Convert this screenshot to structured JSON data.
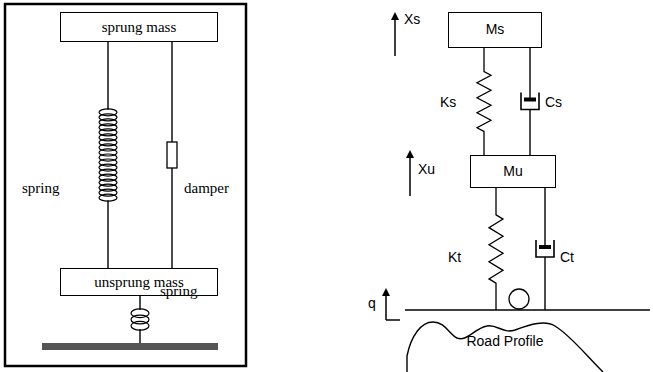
{
  "diagram": {
    "nodes": [
      {
        "text": [
          "sprung mass"
        ]
      },
      {
        "text": [
          "unsprung mass"
        ]
      },
      {
        "text": [
          "Ms"
        ]
      },
      {
        "text": [
          "Mu"
        ]
      },
      {
        "text": [
          "Road Profile"
        ]
      }
    ],
    "edges": [
      {
        "from": 0,
        "to": 1,
        "arrow": "none",
        "label": "spring"
      },
      {
        "from": 0,
        "to": 1,
        "arrow": "none",
        "label": "damper"
      },
      {
        "from": 2,
        "to": 3,
        "arrow": "none",
        "label": "Ks"
      },
      {
        "from": 2,
        "to": 3,
        "arrow": "none",
        "label": "Cs"
      }
    ],
    "labels": [
      "spring",
      "Xs",
      "Xu",
      "Kt",
      "Ct",
      "q"
    ]
  }
}
